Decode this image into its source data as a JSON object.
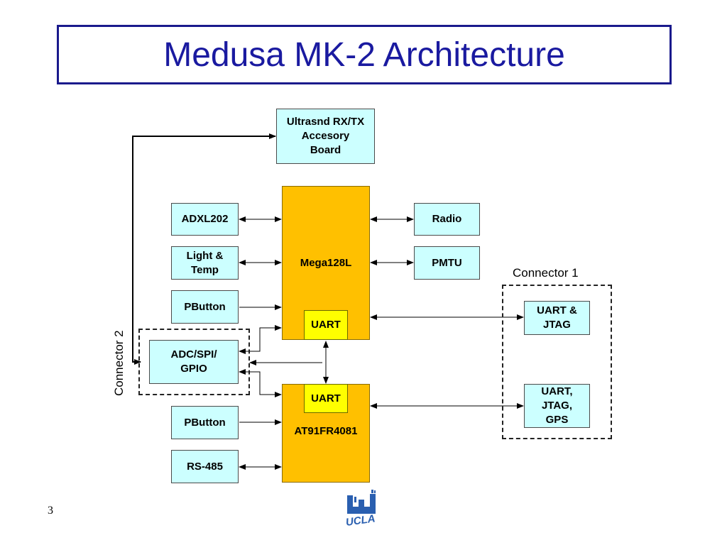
{
  "slide": {
    "title": "Medusa MK-2 Architecture",
    "page_number": "3"
  },
  "blocks": {
    "ultrasound": "Ultrasnd RX/TX\nAccesory\nBoard",
    "adxl": "ADXL202",
    "light_temp": "Light &\nTemp",
    "pbutton_top": "PButton",
    "adc_spi_gpio": "ADC/SPI/\nGPIO",
    "pbutton_bottom": "PButton",
    "rs485": "RS-485",
    "mega": "Mega128L",
    "mega_uart": "UART",
    "at91": "AT91FR4081",
    "at91_uart": "UART",
    "radio": "Radio",
    "pmtu": "PMTU",
    "uart_jtag": "UART &\nJTAG",
    "uart_jtag_gps": "UART,\nJTAG,\nGPS"
  },
  "connectors": {
    "connector1": "Connector 1",
    "connector2": "Connector 2"
  },
  "logo": {
    "text": "UCLA",
    "icon": "ucla-logo-icon"
  },
  "colors": {
    "title": "#1a1aa0",
    "peripheral": "#ccffff",
    "mcu": "#ffc000",
    "uart": "#ffff00"
  }
}
